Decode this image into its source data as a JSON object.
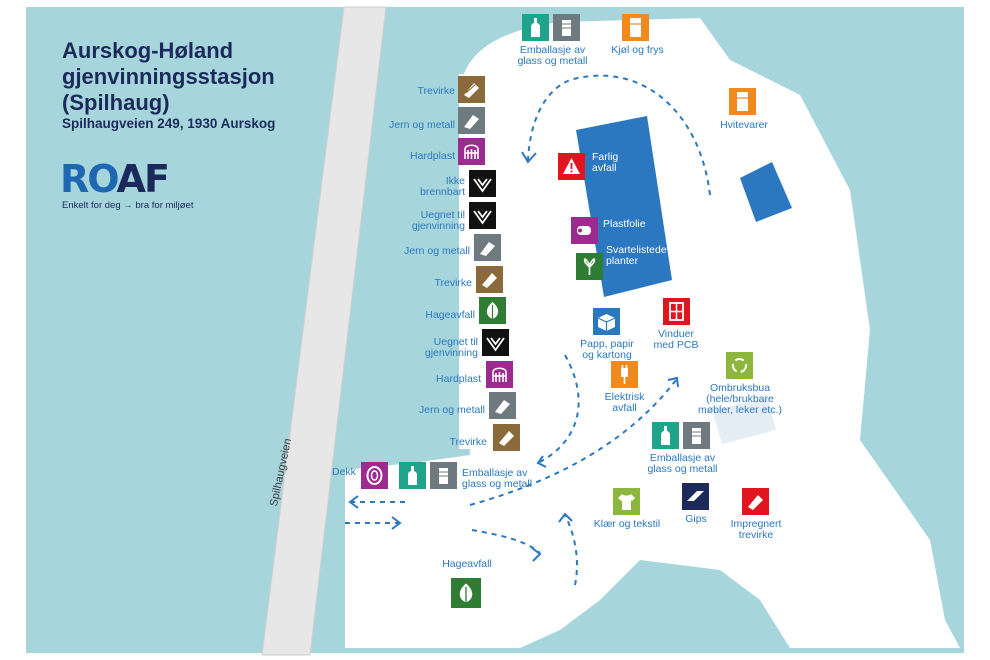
{
  "title": "Aurskog-Høland gjenvinningsstasjon (Spilhaug)",
  "address": "Spilhaugveien 249, 1930 Aurskog",
  "logo": {
    "part1": "RO",
    "part2": "AF"
  },
  "tagline": "Enkelt for deg → bra for miljøet",
  "road_name": "Spilhaugveien",
  "colors": {
    "water": "#a7d5dc",
    "land": "#ffffff",
    "road": "#e7e7e7",
    "building": "#2b78c0",
    "label": "#2b78c0",
    "title": "#1b2a5a"
  },
  "labels": {
    "trevirke": "Trevirke",
    "jern": "Jern og metall",
    "hardplast": "Hardplast",
    "ikke_brennbart": "Ikke\nbrennbart",
    "uegnet": "Uegnet til\ngjenvinning",
    "hageavfall": "Hageavfall",
    "dekk": "Dekk",
    "emballasje": "Emballasje av\nglass og metall",
    "kjol": "Kjøl og frys",
    "hvitevarer": "Hvitevarer",
    "farlig": "Farlig\navfall",
    "plastfolie": "Plastfolie",
    "svarteliste": "Svartelistede\nplanter",
    "papp": "Papp, papir\nog kartong",
    "vinduer": "Vinduer\nmed PCB",
    "elektrisk": "Elektrisk\navfall",
    "ombruk": "Ombruksbua\n(hele/brukbare\nmøbler, leker etc.)",
    "klaer": "Klær og tekstil",
    "gips": "Gips",
    "impregnert": "Impregnert\ntrevirke"
  }
}
